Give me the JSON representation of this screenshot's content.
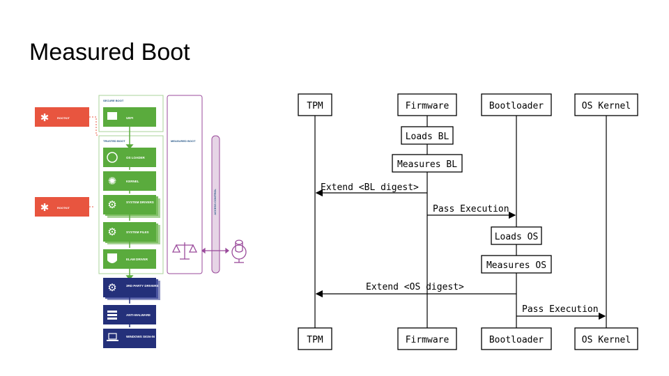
{
  "slide": {
    "title": "Measured Boot"
  },
  "boot_figure": {
    "colors": {
      "green": "#5aab3d",
      "purple": "#9a4a9b",
      "navy": "#24307a",
      "red": "#e8553f"
    },
    "secure_boot_label": "SECURE BOOT",
    "trusted_boot_label": "TRUSTED BOOT",
    "measured_boot_label": "MEASURED BOOT",
    "access_control_label": "ACCESS CONTROL",
    "rootkit_labels": [
      "ROOTKIT",
      "ROOTKIT"
    ],
    "green_steps": [
      {
        "icon": "monitor-icon",
        "label": "UEFI"
      },
      {
        "icon": "os-loader-icon",
        "label": "OS LOADER"
      },
      {
        "icon": "kernel-icon",
        "label": "KERNEL"
      },
      {
        "icon": "gears-icon",
        "label": "SYSTEM DRIVERS"
      },
      {
        "icon": "gear-icon",
        "label": "SYSTEM FILES"
      },
      {
        "icon": "shield-icon",
        "label": "ELAM DRIVER"
      }
    ],
    "navy_steps": [
      {
        "icon": "gears-icon",
        "label": "3RD PARTY DRIVERS"
      },
      {
        "icon": "firewall-icon",
        "label": "ANTI-MALWARE"
      },
      {
        "icon": "laptop-icon",
        "label": "WINDOWS SIGN-IN"
      }
    ]
  },
  "sequence": {
    "participants": [
      "TPM",
      "Firmware",
      "Bootloader",
      "OS Kernel"
    ],
    "notes": [
      "Loads BL",
      "Measures BL",
      "Loads OS",
      "Measures OS"
    ],
    "messages": [
      "Extend <BL digest>",
      "Pass Execution",
      "Extend <OS digest>",
      "Pass Execution"
    ]
  }
}
